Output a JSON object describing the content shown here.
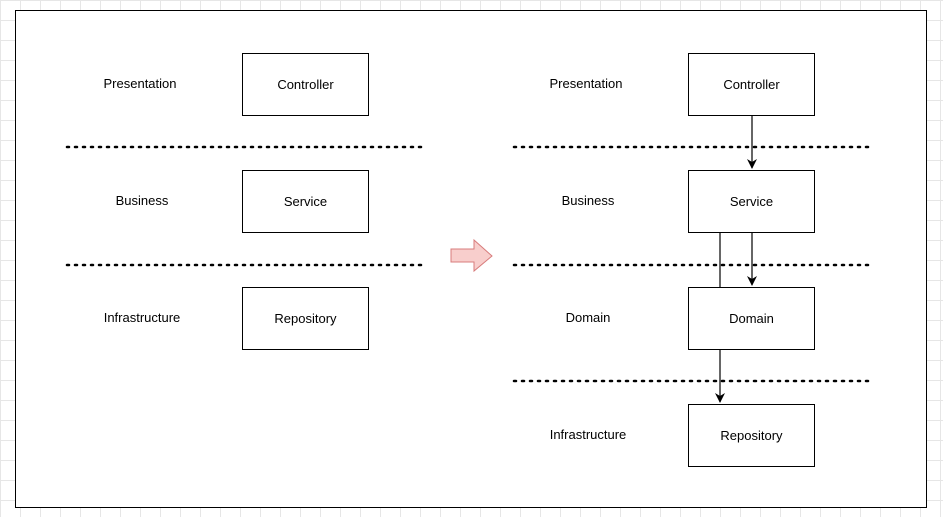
{
  "left_diagram": {
    "layers": [
      {
        "label": "Presentation",
        "component": "Controller"
      },
      {
        "label": "Business",
        "component": "Service"
      },
      {
        "label": "Infrastructure",
        "component": "Repository"
      }
    ]
  },
  "right_diagram": {
    "layers": [
      {
        "label": "Presentation",
        "component": "Controller"
      },
      {
        "label": "Business",
        "component": "Service"
      },
      {
        "label": "Domain",
        "component": "Domain"
      },
      {
        "label": "Infrastructure",
        "component": "Repository"
      }
    ]
  },
  "colors": {
    "transition_arrow_fill": "#f8cecc",
    "transition_arrow_stroke": "#d87c7c"
  }
}
